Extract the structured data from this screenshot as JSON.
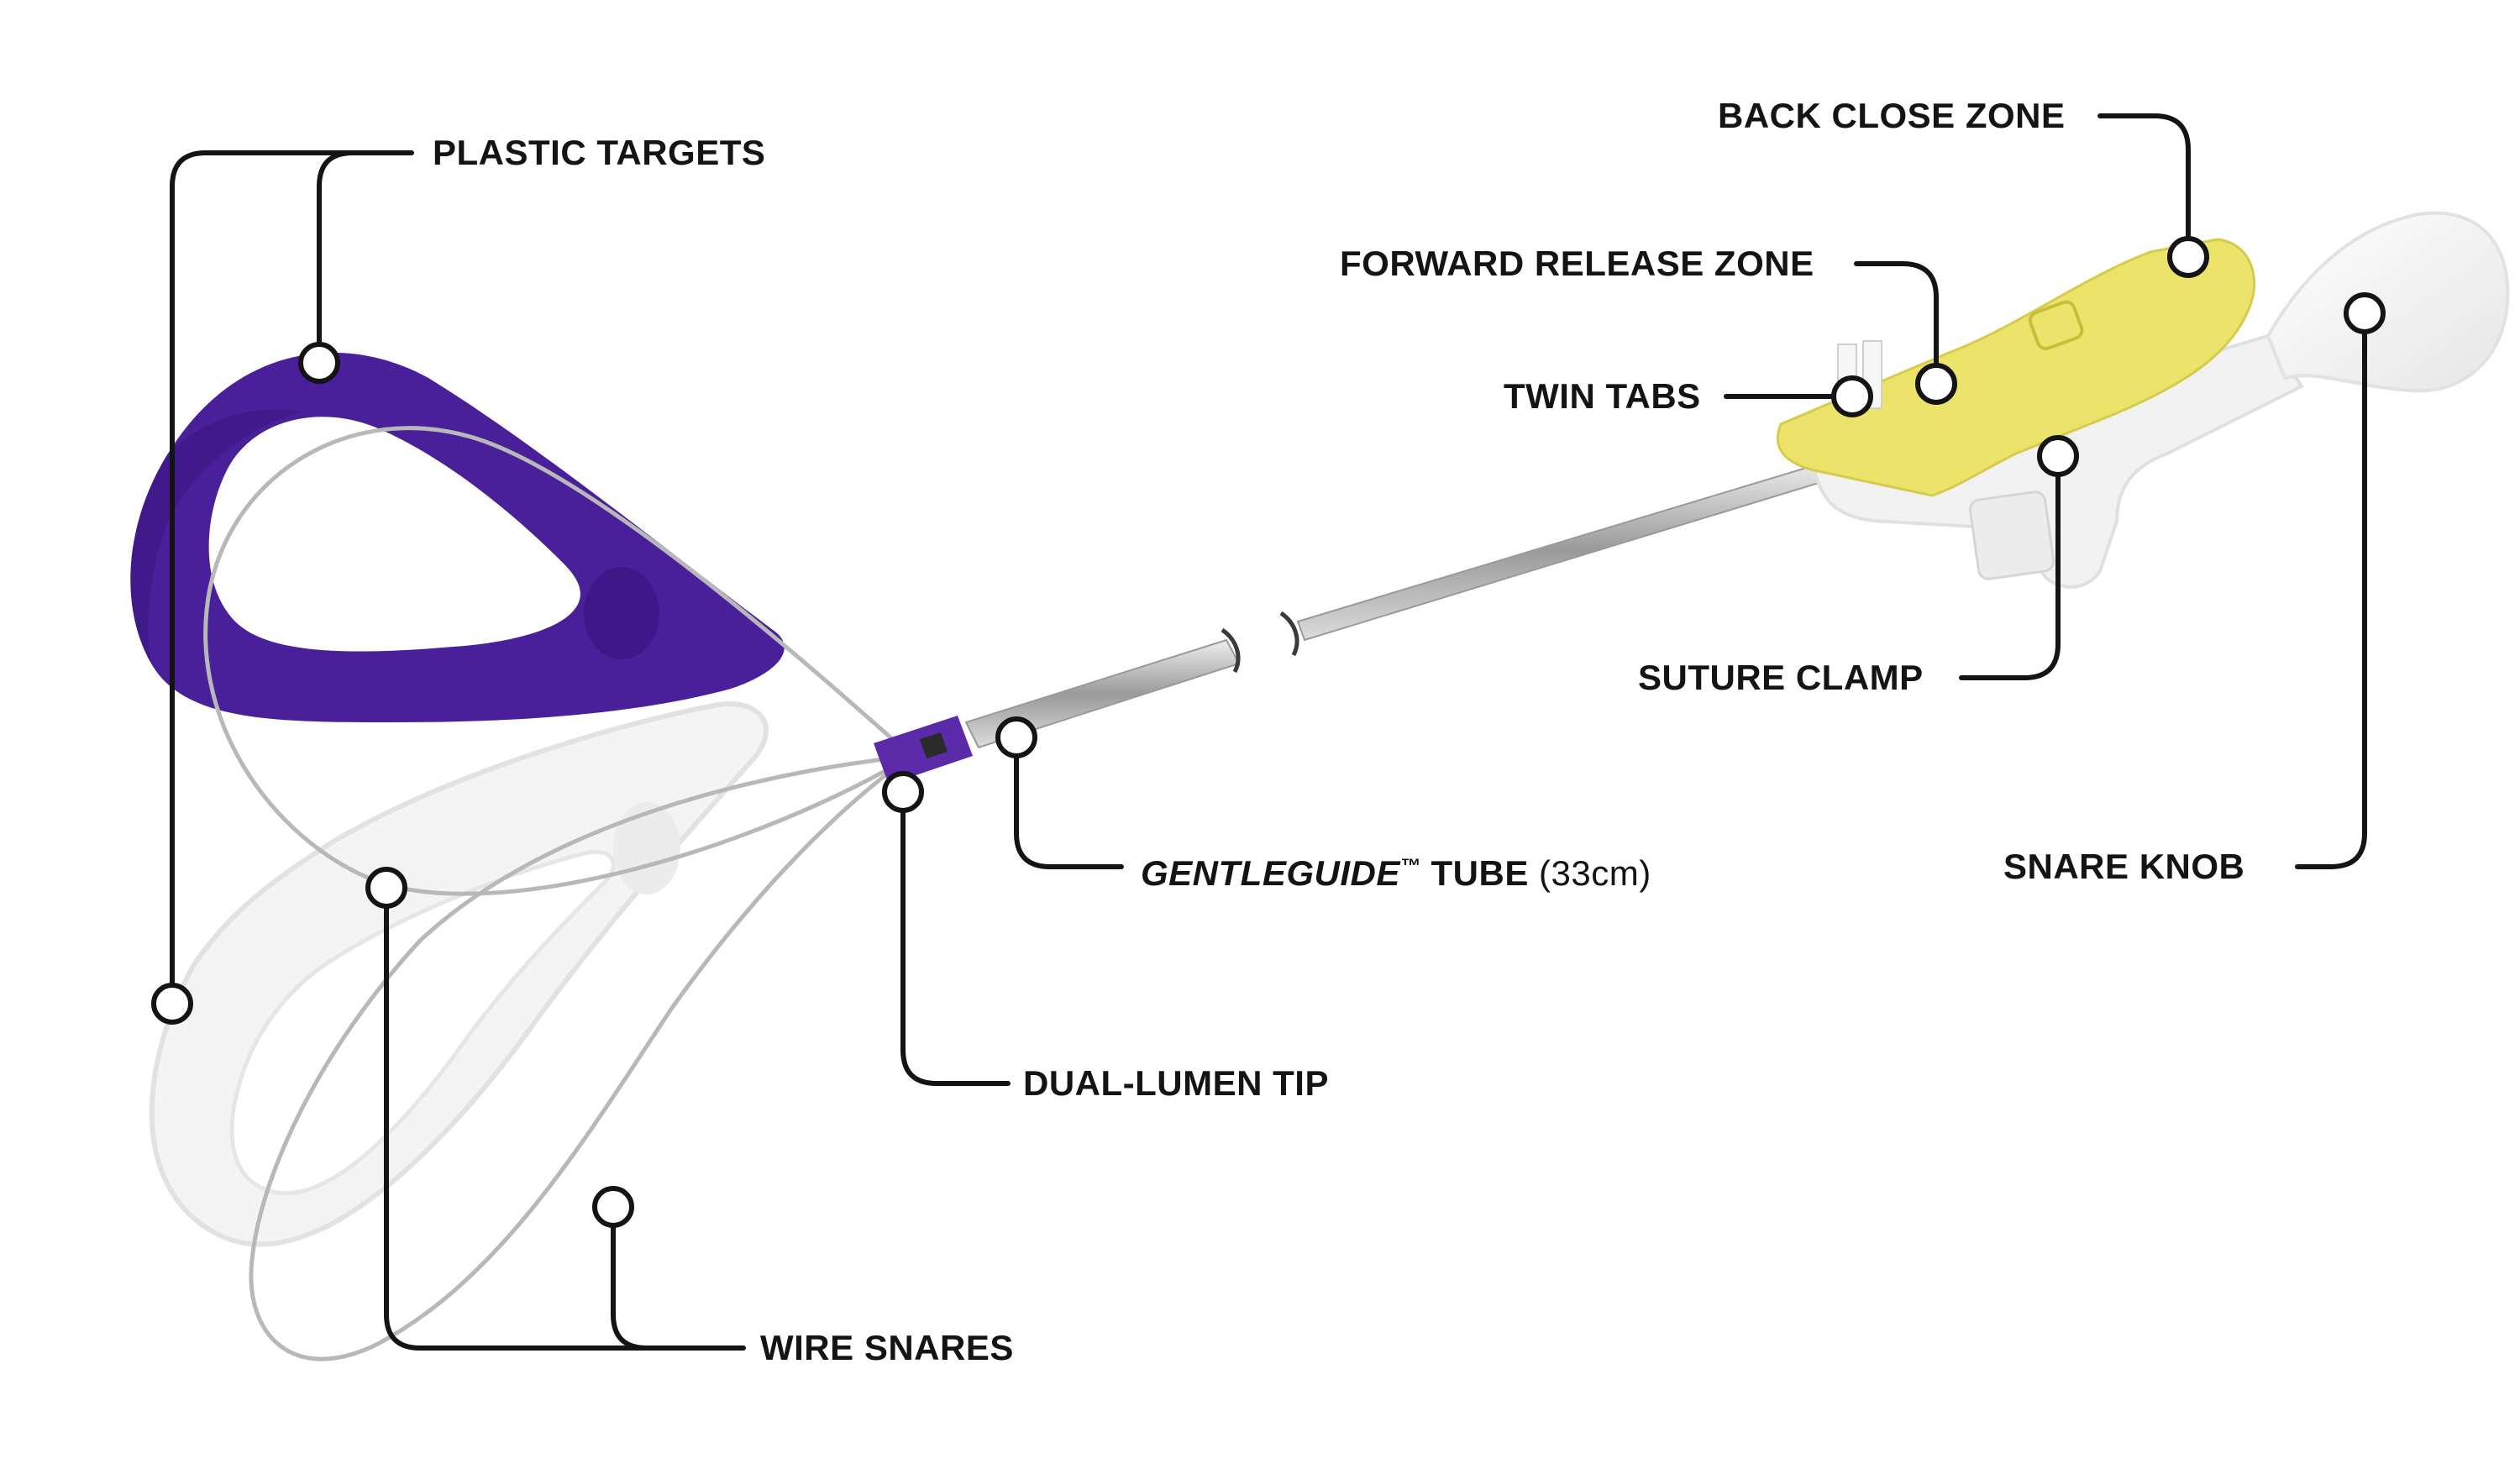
{
  "labels": {
    "plastic_targets": "PLASTIC TARGETS",
    "back_close_zone": "BACK CLOSE ZONE",
    "forward_release_zone": "FORWARD RELEASE ZONE",
    "twin_tabs": "TWIN TABS",
    "suture_clamp": "SUTURE CLAMP",
    "snare_knob": "SNARE KNOB",
    "gentleguide_tube": {
      "name": "GENTLEGUIDE",
      "tm": "™",
      "word": "TUBE",
      "length": "(33cm)"
    },
    "dual_lumen_tip": "DUAL-LUMEN TIP",
    "wire_snares": "WIRE SNARES"
  },
  "colors": {
    "target_purple": "#4a1f9a",
    "target_white": "#f2f2f2",
    "handle_yellow": "#ece36a",
    "line": "#141414",
    "wire": "#b8b8b8"
  }
}
